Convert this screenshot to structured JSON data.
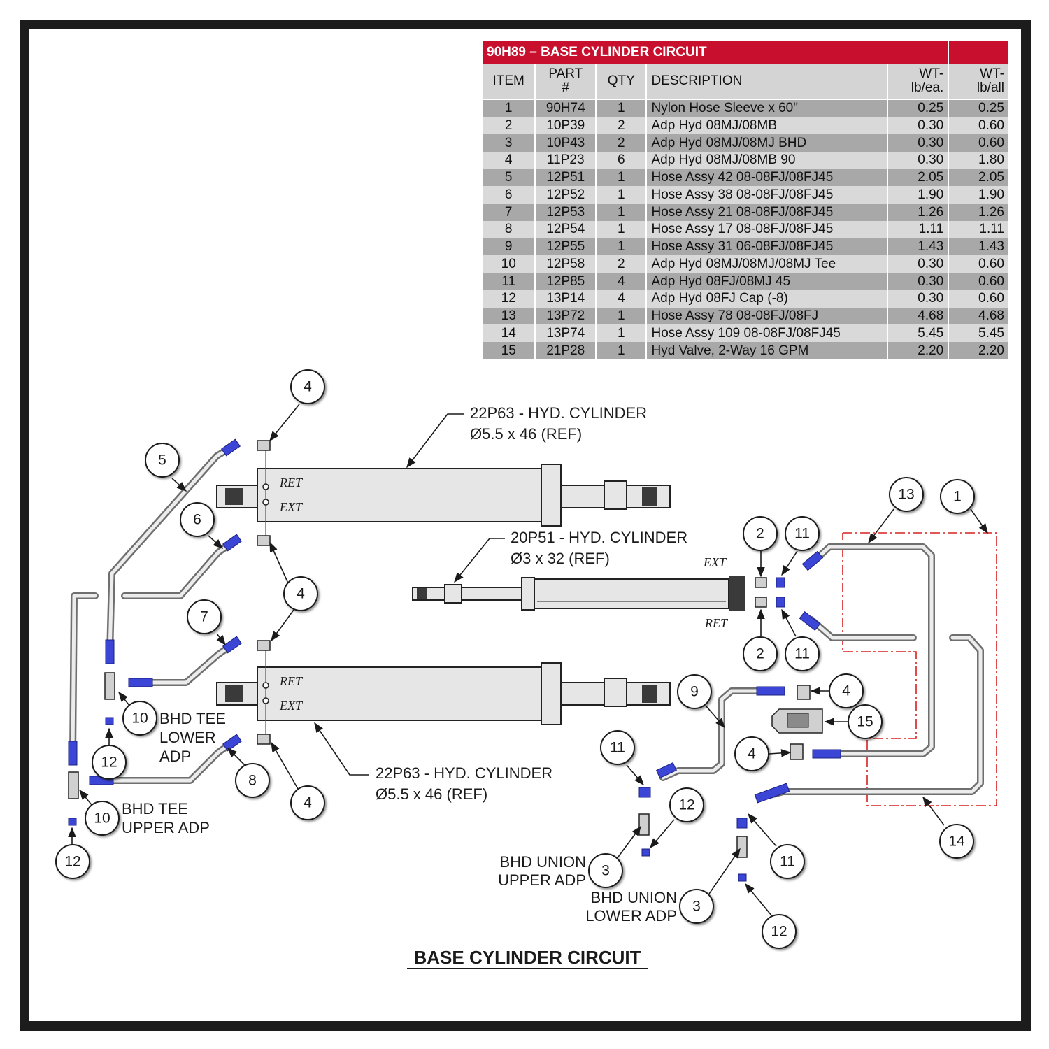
{
  "bom": {
    "title": "90H89 – BASE CYLINDER CIRCUIT",
    "headers": [
      "ITEM",
      "PART #",
      "QTY",
      "DESCRIPTION",
      "WT-\nlb/ea.",
      "WT-\nlb/all"
    ],
    "rows": [
      [
        "1",
        "90H74",
        "1",
        "Nylon Hose Sleeve x 60\"",
        "0.25",
        "0.25"
      ],
      [
        "2",
        "10P39",
        "2",
        "Adp Hyd 08MJ/08MB",
        "0.30",
        "0.60"
      ],
      [
        "3",
        "10P43",
        "2",
        "Adp Hyd 08MJ/08MJ BHD",
        "0.30",
        "0.60"
      ],
      [
        "4",
        "11P23",
        "6",
        "Adp Hyd 08MJ/08MB 90",
        "0.30",
        "1.80"
      ],
      [
        "5",
        "12P51",
        "1",
        "Hose Assy 42 08-08FJ/08FJ45",
        "2.05",
        "2.05"
      ],
      [
        "6",
        "12P52",
        "1",
        "Hose Assy 38 08-08FJ/08FJ45",
        "1.90",
        "1.90"
      ],
      [
        "7",
        "12P53",
        "1",
        "Hose Assy 21 08-08FJ/08FJ45",
        "1.26",
        "1.26"
      ],
      [
        "8",
        "12P54",
        "1",
        "Hose Assy 17 08-08FJ/08FJ45",
        "1.11",
        "1.11"
      ],
      [
        "9",
        "12P55",
        "1",
        "Hose Assy 31 06-08FJ/08FJ45",
        "1.43",
        "1.43"
      ],
      [
        "10",
        "12P58",
        "2",
        "Adp Hyd 08MJ/08MJ/08MJ Tee",
        "0.30",
        "0.60"
      ],
      [
        "11",
        "12P85",
        "4",
        "Adp Hyd 08FJ/08MJ 45",
        "0.30",
        "0.60"
      ],
      [
        "12",
        "13P14",
        "4",
        "Adp Hyd 08FJ Cap (-8)",
        "0.30",
        "0.60"
      ],
      [
        "13",
        "13P72",
        "1",
        "Hose Assy 78 08-08FJ/08FJ",
        "4.68",
        "4.68"
      ],
      [
        "14",
        "13P74",
        "1",
        "Hose Assy 109 08-08FJ/08FJ45",
        "5.45",
        "5.45"
      ],
      [
        "15",
        "21P28",
        "1",
        "Hyd Valve, 2-Way 16 GPM",
        "2.20",
        "2.20"
      ]
    ]
  },
  "diagram": {
    "title": "BASE CYLINDER CIRCUIT",
    "callouts": {
      "cyl_upper": [
        "22P63 - HYD. CYLINDER",
        "Ø5.5 x 46 (REF)"
      ],
      "cyl_mid": [
        "20P51 - HYD. CYLINDER",
        "Ø3  x 32 (REF)"
      ],
      "cyl_lower": [
        "22P63 - HYD. CYLINDER",
        "Ø5.5 x 46 (REF)"
      ],
      "bhd_tee_lower": [
        "BHD TEE",
        "LOWER",
        "ADP"
      ],
      "bhd_tee_upper": [
        "BHD TEE",
        "UPPER ADP"
      ],
      "bhd_union_upper": [
        "BHD UNION",
        "UPPER ADP"
      ],
      "bhd_union_lower": [
        "BHD UNION",
        "LOWER ADP"
      ]
    },
    "port_labels": {
      "ret": "RET",
      "ext": "EXT"
    },
    "balloons": [
      "4",
      "5",
      "6",
      "4",
      "7",
      "10",
      "12",
      "8",
      "4",
      "10",
      "12",
      "2",
      "11",
      "13",
      "1",
      "2",
      "11",
      "9",
      "4",
      "15",
      "4",
      "11",
      "12",
      "14",
      "3",
      "11",
      "3",
      "12"
    ]
  },
  "colors": {
    "frame": "#1c1c1c",
    "header_red": "#c8102e",
    "row_dark": "#a8a8a8",
    "row_light": "#d9d9d9",
    "fitting_blue": "#3b46d6",
    "sleeve_red": "#d62020"
  }
}
